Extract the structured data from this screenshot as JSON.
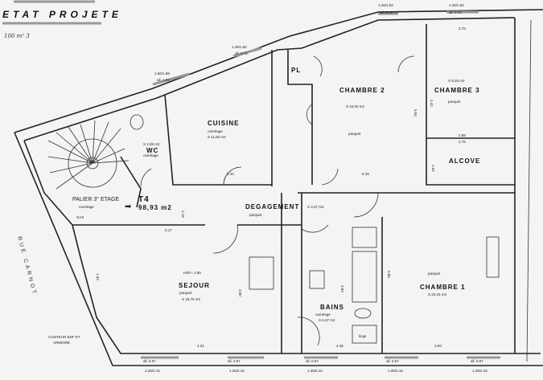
{
  "header": {
    "title": "ETAT PROJETE",
    "note": "100 m² 3"
  },
  "street": {
    "name": "RUE CARNOT"
  },
  "unit": {
    "type": "T4",
    "area": "98,93 m2"
  },
  "rooms": {
    "cuisine": {
      "name": "CUISINE",
      "floor": "carrelage",
      "area": "S 11,50 m2"
    },
    "wc": {
      "name": "WC",
      "floor": "carrelage",
      "area": "S 2,06 m2"
    },
    "pl": {
      "name": "PL"
    },
    "chambre2": {
      "name": "CHAMBRE 2",
      "floor": "parquet",
      "area": "S 15,93 m2"
    },
    "chambre3": {
      "name": "CHAMBRE 3",
      "floor": "parquet",
      "area": "S 9,26 m2"
    },
    "alcove": {
      "name": "ALCOVE"
    },
    "palier": {
      "name": "PALIER 3° ETAGE",
      "floor": "carrelage"
    },
    "degagement": {
      "name": "DEGAGEMENT",
      "floor": "parquet",
      "area": "S 3,47 m2"
    },
    "sejour": {
      "name": "SEJOUR",
      "floor": "parquet",
      "area": "S 19,76 m2",
      "height": "HSP= 2,85"
    },
    "bains": {
      "name": "BAINS",
      "floor": "carrelage",
      "area": "S 6,37 m2"
    },
    "chambre1": {
      "name": "CHAMBRE 1",
      "floor": "parquet",
      "area": "S 23,16 m2"
    }
  },
  "annotations": {
    "gaz": "GAZ",
    "compteur": "CONTEUR EDF ET",
    "armoire": "ARMOIRE",
    "linge": "linge"
  },
  "dimensions": [
    "3.34",
    "5.18",
    "2.75",
    "2.69",
    "2.75",
    "1.52",
    "6.17",
    "4.31",
    "3.93",
    "2.46",
    "1.18",
    "3.80",
    "3.83",
    "5.85",
    "5.04",
    "3.42",
    "1.33"
  ],
  "windows": {
    "size": "1.26/2.15",
    "sill": "all. 0.67",
    "top_size": "1.26/1.82",
    "top_sill": "all. 0.72",
    "side_size": "1.66/1.68",
    "side_sill": "all. 1.02"
  }
}
